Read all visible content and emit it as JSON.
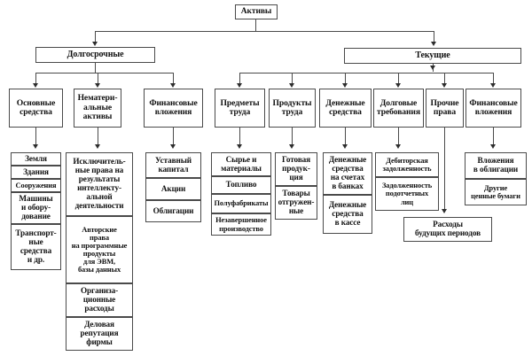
{
  "diagram": {
    "title": "Активы",
    "language": "ru",
    "root": {
      "label": "Активы"
    },
    "level2": [
      {
        "label": "Долгосрочные"
      },
      {
        "label": "Текущие"
      }
    ],
    "level3": [
      {
        "label": "Основные\nсредства",
        "parent": "Долгосрочные"
      },
      {
        "label": "Нематери-\nальные\nактивы",
        "parent": "Долгосрочные"
      },
      {
        "label": "Финансовые\nвложения",
        "parent": "Долгосрочные"
      },
      {
        "label": "Предметы\nтруда",
        "parent": "Текущие"
      },
      {
        "label": "Продукты\nтруда",
        "parent": "Текущие"
      },
      {
        "label": "Денежные\nсредства",
        "parent": "Текущие"
      },
      {
        "label": "Долговые\nтребования",
        "parent": "Текущие"
      },
      {
        "label": "Прочие\nправа",
        "parent": "Текущие"
      },
      {
        "label": "Финансовые\nвложения",
        "parent": "Текущие"
      }
    ],
    "leaves": {
      "osnovnye_sredstva": [
        {
          "label": "Земля"
        },
        {
          "label": "Здания"
        },
        {
          "label": "Сооружения"
        },
        {
          "label": "Машины\nи обору-\nдование"
        },
        {
          "label": "Транспорт-\nные\nсредства\nи др."
        }
      ],
      "nematerialnye_aktivy": [
        {
          "label": "Исключитель-\nные права на\nрезультаты\nинтеллекту-\nальной\nдеятельности"
        },
        {
          "label": "Авторские\nправа\nна программные\nпродукты\nдля ЭВМ,\nбазы данных"
        },
        {
          "label": "Организа-\nционные\nрасходы"
        },
        {
          "label": "Деловая\nрепутация\nфирмы"
        }
      ],
      "finansovye_vlozheniya_dolgo": [
        {
          "label": "Уставный\nкапитал"
        },
        {
          "label": "Акции"
        },
        {
          "label": "Облигации"
        }
      ],
      "predmety_truda": [
        {
          "label": "Сырье и\nматериалы"
        },
        {
          "label": "Топливо"
        },
        {
          "label": "Полуфабрикаты"
        },
        {
          "label": "Незавершенное\nпроизводство"
        }
      ],
      "produkty_truda": [
        {
          "label": "Готовая\nпродук-\nция"
        },
        {
          "label": "Товары\nотгружен-\nные"
        }
      ],
      "denezhnye_sredstva": [
        {
          "label": "Денежные\nсредства\nна счетах\nв банках"
        },
        {
          "label": "Денежные\nсредства\nв кассе"
        }
      ],
      "dolgovye_trebovaniya": [
        {
          "label": "Дебиторская\nзадолженность"
        },
        {
          "label": "Задолженность\nподотчетных\nлиц"
        }
      ],
      "prochie_prava": [
        {
          "label": "Расходы\nбудущих периодов"
        }
      ],
      "finansovye_vlozheniya_tek": [
        {
          "label": "Вложения\nв облигации"
        },
        {
          "label": "Другие\nценные бумаги"
        }
      ]
    },
    "colors": {
      "border": "#4a4a4a",
      "text": "#111111",
      "background": "#ffffff",
      "connector": "#4a4a4a"
    }
  }
}
